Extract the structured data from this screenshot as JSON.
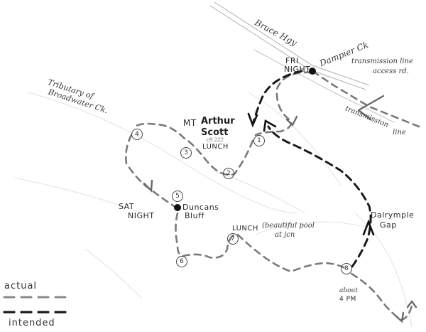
{
  "map": {
    "roads": {
      "highway": "Bruce Hgy",
      "creek_east": "Dampier Ck",
      "access_road": "transmission line access rd.",
      "access_road_line1": "transmission line",
      "access_road_line2": "access rd.",
      "transmission_line": "transmission line",
      "transmission_line_word1": "transmission",
      "transmission_line_word2": "line",
      "tributary_line1": "Tributary of",
      "tributary_line2": "Broadwater Ck."
    },
    "places": {
      "fri_night_line1": "FRI",
      "fri_night_line2": "NIGHT",
      "mt_line1_prefix": "MT",
      "mt_line1_name": "Arthur",
      "mt_line2": "Scott",
      "mt_elevation": "c9 222",
      "lunch_1": "LUNCH",
      "sat_night_line1": "SAT",
      "sat_night_line2": "NIGHT",
      "duncans_line1": "Duncans",
      "duncans_line2": "Bluff",
      "lunch_2": "LUNCH",
      "lunch_2_note_line1": "(beautiful pool",
      "lunch_2_note_line2": "at jcn",
      "dalrymple_line1": "Dalrymple",
      "dalrymple_line2": "Gap",
      "time_note_line1": "about",
      "time_note_line2": "4 PM"
    },
    "waypoints": [
      "1",
      "2",
      "3",
      "4",
      "5",
      "6",
      "7",
      "8"
    ],
    "legend": {
      "actual": "actual",
      "intended": "intended"
    },
    "colors": {
      "actual_route": "#7a7a7a",
      "intended_route": "#1a1a1a",
      "roads": "#b5b5b5",
      "paper": "#ffffff"
    }
  }
}
